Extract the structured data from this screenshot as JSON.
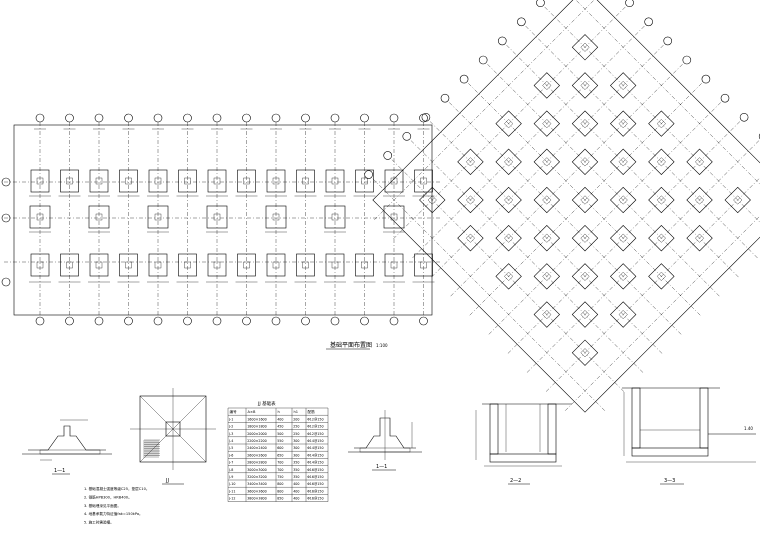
{
  "plan_title": "基础平面布置图",
  "plan_scale": "1:100",
  "section_labels": {
    "s1": "1—1",
    "detail_jj": "JJ",
    "s1b": "1—1",
    "s2": "2—2",
    "s3": "3—3"
  },
  "dims": {
    "s3_side": "1.40"
  },
  "table": {
    "title": "JJ 基础表",
    "headers": [
      "编号",
      "A×B",
      "h",
      "h1",
      "配筋"
    ],
    "rows": [
      [
        "J-1",
        "1600×1600",
        "400",
        "200",
        "Φ12@150"
      ],
      [
        "J-2",
        "1800×1800",
        "450",
        "250",
        "Φ12@150"
      ],
      [
        "J-3",
        "2000×2000",
        "500",
        "250",
        "Φ12@150"
      ],
      [
        "J-4",
        "2200×2200",
        "550",
        "300",
        "Φ14@150"
      ],
      [
        "J-5",
        "2400×2400",
        "600",
        "300",
        "Φ14@150"
      ],
      [
        "J-6",
        "2600×2600",
        "650",
        "300",
        "Φ14@150"
      ],
      [
        "J-7",
        "2800×2800",
        "700",
        "350",
        "Φ14@150"
      ],
      [
        "J-8",
        "3000×3000",
        "700",
        "350",
        "Φ16@150"
      ],
      [
        "J-9",
        "3200×3200",
        "750",
        "350",
        "Φ16@150"
      ],
      [
        "J-10",
        "3400×3400",
        "800",
        "400",
        "Φ16@150"
      ],
      [
        "J-11",
        "3600×3600",
        "800",
        "400",
        "Φ16@150"
      ],
      [
        "J-12",
        "3800×3800",
        "850",
        "400",
        "Φ16@150"
      ]
    ]
  },
  "notes": [
    "1. 基础混凝土强度等级C25，垫层C10。",
    "2. 钢筋HPB300，HRB400。",
    "3. 基础埋深见平面图。",
    "4. 地基承载力特征值fak=150kPa。",
    "5. 施工时需验槽。"
  ]
}
